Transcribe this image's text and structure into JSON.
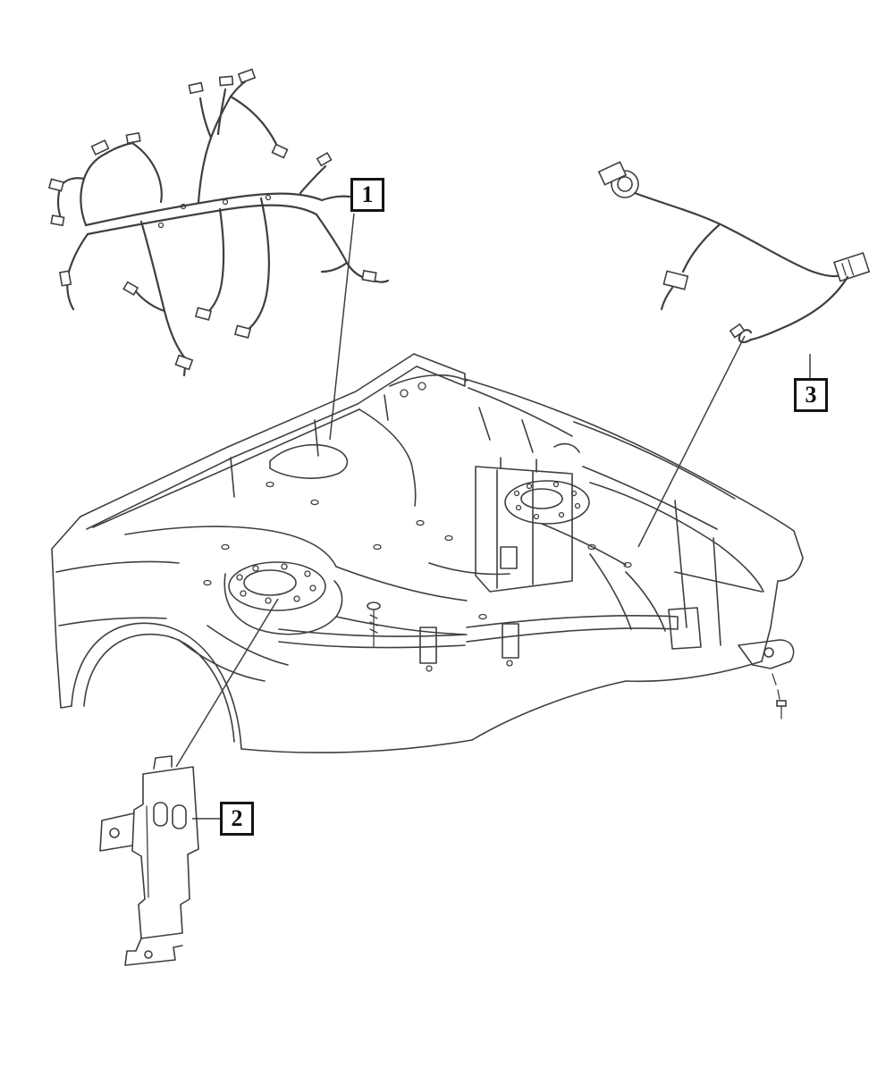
{
  "diagram": {
    "background_color": "#ffffff",
    "line_color": "#3f3f3f",
    "callout_border_color": "#141414",
    "callout_text_color": "#111111",
    "callouts": [
      {
        "label": "1"
      },
      {
        "label": "2"
      },
      {
        "label": "3"
      }
    ],
    "figures": [
      {
        "name": "engine-wiring-harness-drawing",
        "callout": "1"
      },
      {
        "name": "module-mounting-bracket-drawing",
        "callout": "2"
      },
      {
        "name": "jumper-wiring-harness-drawing",
        "callout": "3"
      },
      {
        "name": "vehicle-front-structure-drawing",
        "callout": ""
      }
    ]
  }
}
